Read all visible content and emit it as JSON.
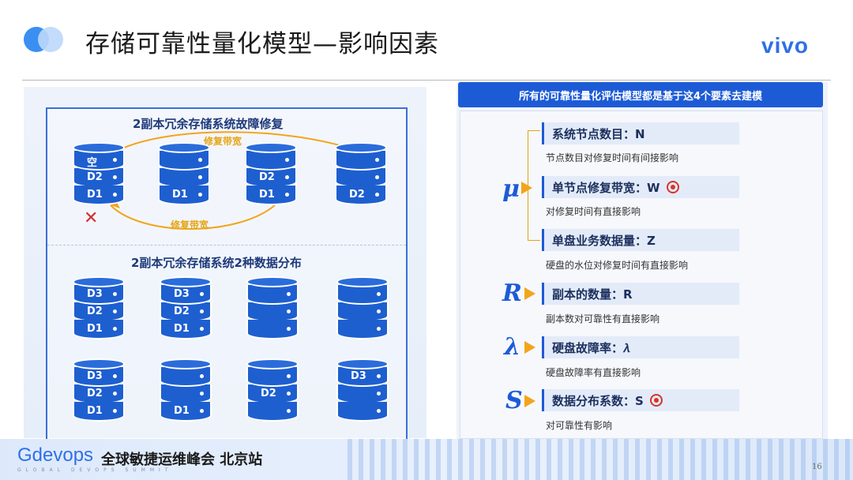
{
  "header": {
    "title": "存储可靠性量化模型—影响因素",
    "brand": "vivo"
  },
  "left": {
    "top_title": "2副本冗余存储系统故障修复",
    "repair_label_top": "修复带宽",
    "repair_label_bottom": "修复带宽",
    "bottom_title": "2副本冗余存储系统2种数据分布",
    "top_row": [
      [
        "空",
        "D2",
        "D1"
      ],
      [
        "",
        "",
        "D1"
      ],
      [
        "",
        "D2",
        "D1"
      ],
      [
        "",
        "",
        "D2"
      ]
    ],
    "bottom_row1": [
      [
        "D3",
        "D2",
        "D1"
      ],
      [
        "D3",
        "D2",
        "D1"
      ],
      [
        "",
        "",
        ""
      ],
      [
        "",
        "",
        ""
      ]
    ],
    "bottom_row2": [
      [
        "D3",
        "D2",
        "D1"
      ],
      [
        "",
        "",
        "D1"
      ],
      [
        "",
        "D2",
        ""
      ],
      [
        "D3",
        "",
        ""
      ]
    ]
  },
  "right": {
    "banner": "所有的可靠性量化评估模型都是基于这4个要素去建模",
    "factors": [
      {
        "title": "系统节点数目：N",
        "desc": "节点数目对修复时间有间接影响",
        "target": false
      },
      {
        "title": "单节点修复带宽：W",
        "desc": "对修复时间有直接影响",
        "target": true
      },
      {
        "title": "单盘业务数据量：Z",
        "desc": "硬盘的水位对修复时间有直接影响",
        "target": false
      },
      {
        "title": "副本的数量：R",
        "desc": "副本数对可靠性有直接影响",
        "target": false
      },
      {
        "title": "硬盘故障率：𝜆",
        "desc": "硬盘故障率有直接影响",
        "target": false
      },
      {
        "title": "数据分布系数：S",
        "desc": "对可靠性有影响",
        "target": true
      }
    ],
    "symbols": {
      "mu": "μ",
      "r": "R",
      "lambda": "λ",
      "s": "S"
    }
  },
  "footer": {
    "logo": "Gdevops",
    "summit": "全球敏捷运维峰会  北京站",
    "sub": "GLOBAL DEVOPS SUMMIT",
    "page": "16"
  },
  "colors": {
    "accent": "#1d5bd6",
    "db": "#1e5fd0",
    "arrow": "#f2a51c",
    "error": "#d62c2c"
  },
  "icons": [
    "target-icon",
    "database-icon",
    "cross-icon"
  ]
}
